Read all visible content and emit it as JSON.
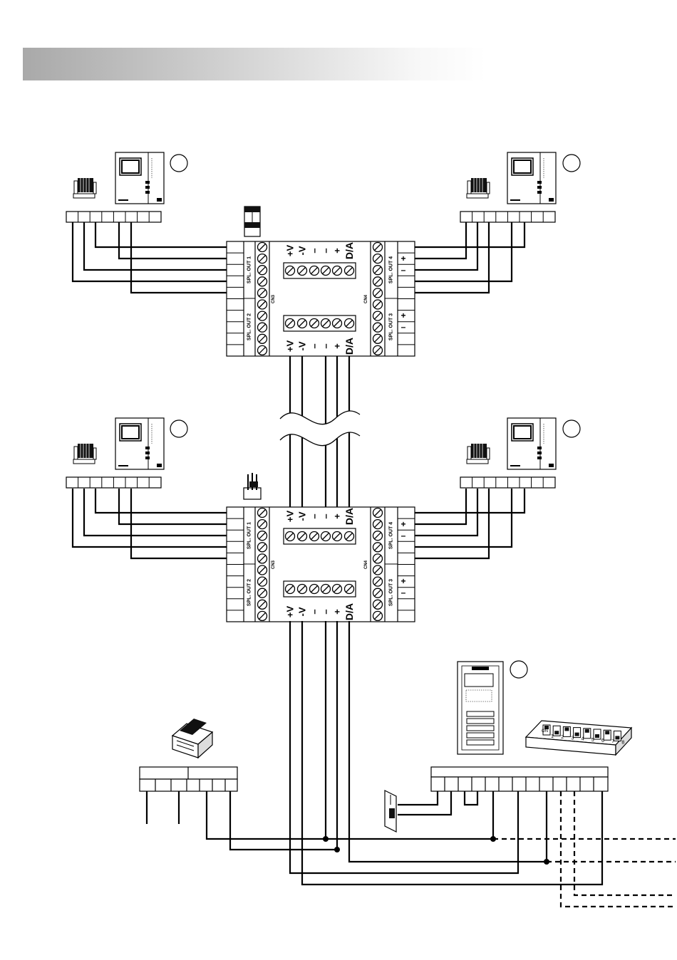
{
  "splitters": [
    {
      "top_terminals": [
        "+V",
        "-V",
        "–",
        "–",
        "+",
        "D/A"
      ],
      "bottom_terminals": [
        "+V",
        "-V",
        "–",
        "–",
        "+",
        "D/A"
      ],
      "left_connector": "CN3",
      "right_connector": "CN4",
      "left_outputs": [
        "SPL. OUT 1",
        "SPL. OUT 2"
      ],
      "right_outputs": [
        "SPL. OUT 4",
        "SPL. OUT 3"
      ],
      "polarity_marks": [
        "+",
        "–"
      ]
    },
    {
      "top_terminals": [
        "+V",
        "-V",
        "–",
        "–",
        "+",
        "D/A"
      ],
      "bottom_terminals": [
        "+V",
        "-V",
        "–",
        "–",
        "+",
        "D/A"
      ],
      "left_connector": "CN3",
      "right_connector": "CN4",
      "left_outputs": [
        "SPL. OUT 1",
        "SPL. OUT 2"
      ],
      "right_outputs": [
        "SPL. OUT 4",
        "SPL. OUT 3"
      ],
      "polarity_marks": [
        "+",
        "–"
      ]
    }
  ],
  "dip_switch": {
    "numbers": [
      "1",
      "2",
      "3",
      "4",
      "5",
      "6",
      "7",
      "8"
    ],
    "label": "ON"
  },
  "colors": {
    "line": "#000000",
    "header_start": "#a9a9a9",
    "header_end": "#ffffff"
  },
  "icons": [
    "video-monitor-icon",
    "monitor-connector-icon",
    "jumper-icon",
    "power-supply-icon",
    "door-panel-icon",
    "dip-switch-icon",
    "lock-release-icon"
  ]
}
